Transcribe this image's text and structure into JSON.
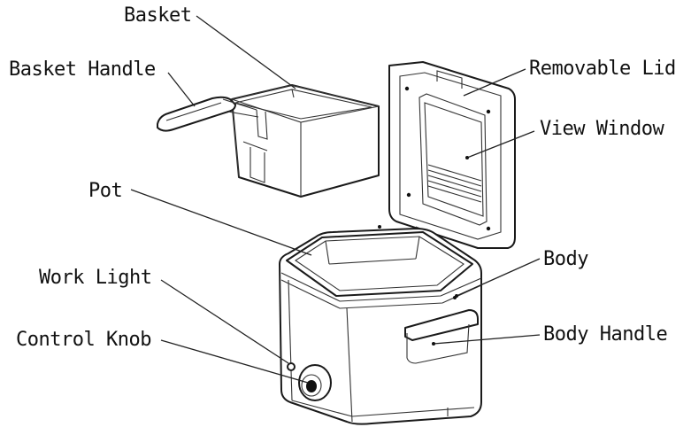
{
  "labels": {
    "basket": "Basket",
    "basket_handle": "Basket Handle",
    "removable_lid": "Removable Lid",
    "view_window": "View Window",
    "pot": "Pot",
    "body": "Body",
    "work_light": "Work Light",
    "body_handle": "Body Handle",
    "control_knob": "Control Knob"
  },
  "colors": {
    "line": "#1a1a1a",
    "text": "#111111",
    "background": "#ffffff"
  }
}
